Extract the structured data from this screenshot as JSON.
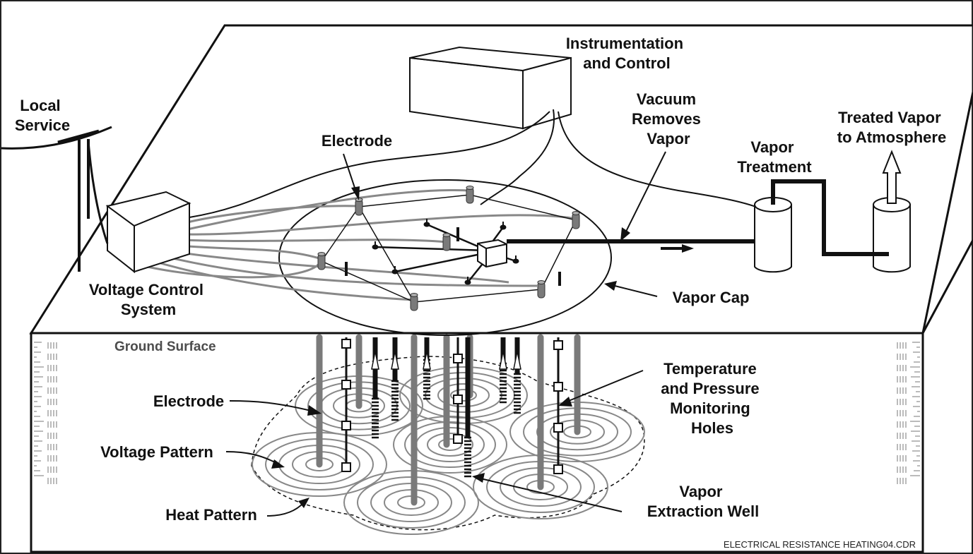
{
  "labels": {
    "local_service": [
      "Local",
      "Service"
    ],
    "instrumentation": [
      "Instrumentation",
      "and Control"
    ],
    "electrode_top": "Electrode",
    "vacuum": [
      "Vacuum",
      "Removes",
      "Vapor"
    ],
    "vapor_treatment": [
      "Vapor",
      "Treatment"
    ],
    "treated_vapor": [
      "Treated Vapor",
      "to Atmosphere"
    ],
    "voltage_control": [
      "Voltage Control",
      "System"
    ],
    "vapor_cap": "Vapor Cap",
    "ground_surface": "Ground Surface",
    "electrode_below": "Electrode",
    "temp_pressure": [
      "Temperature",
      "and Pressure",
      "Monitoring",
      "Holes"
    ],
    "voltage_pattern": "Voltage Pattern",
    "heat_pattern": "Heat Pattern",
    "vapor_extraction": [
      "Vapor",
      "Extraction Well"
    ],
    "file_name": "ELECTRICAL RESISTANCE HEATING04.CDR"
  },
  "colors": {
    "line": "#111111",
    "electrode": "#7a7a7a",
    "pattern": "#8a8a8a"
  }
}
